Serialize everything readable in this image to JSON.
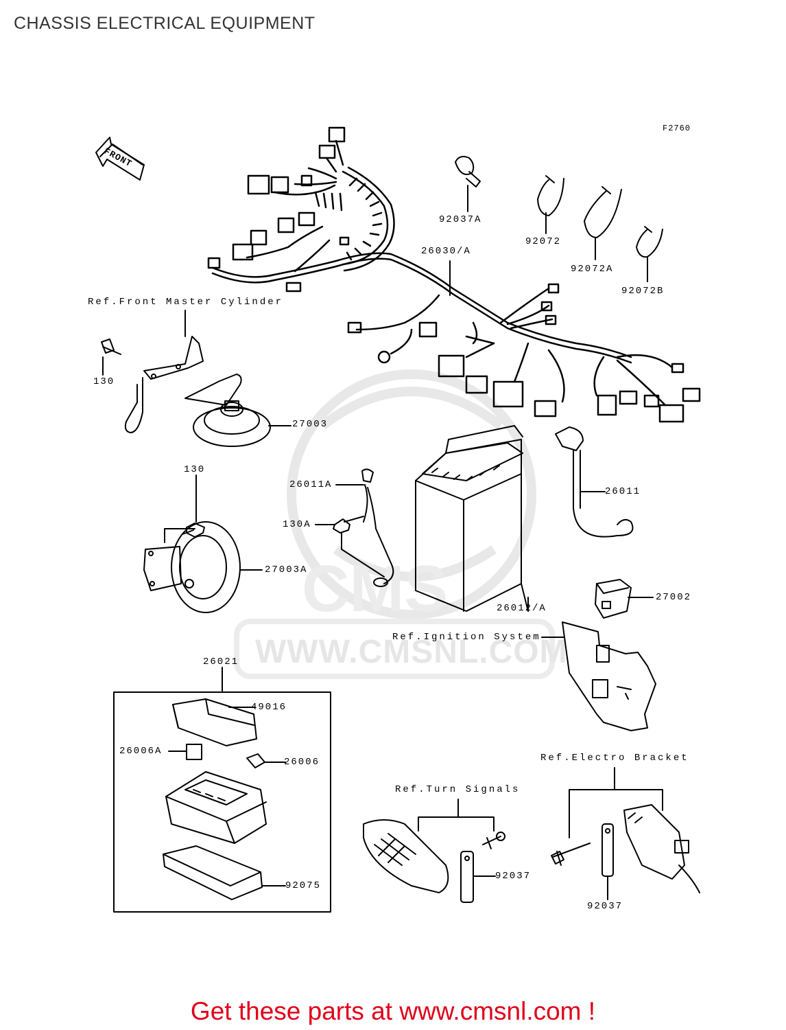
{
  "page_title": "CHASSIS ELECTRICAL EQUIPMENT",
  "figure_code": "F2760",
  "front_arrow": "FRONT",
  "watermark": {
    "brand": "CMS",
    "url": "WWW.CMSNL.COM"
  },
  "parts": {
    "p92037A": "92037A",
    "p92072": "92072",
    "p92072A": "92072A",
    "p92072B": "92072B",
    "p26030A": "26030/A",
    "p130a": "130",
    "p27003": "27003",
    "p130b": "130",
    "p26011A": "26011A",
    "p130A": "130A",
    "p26011": "26011",
    "p27003A": "27003A",
    "p26012A": "26012/A",
    "p27002": "27002",
    "p26021": "26021",
    "p49016": "49016",
    "p26006A": "26006A",
    "p26006": "26006",
    "p92075": "92075",
    "p92037a": "92037",
    "p92037b": "92037"
  },
  "refs": {
    "front_master_cylinder": "Ref.Front Master Cylinder",
    "ignition_system": "Ref.Ignition System",
    "electro_bracket": "Ref.Electro Bracket",
    "turn_signals": "Ref.Turn Signals"
  },
  "footer": "Get these parts at www.cmsnl.com !"
}
